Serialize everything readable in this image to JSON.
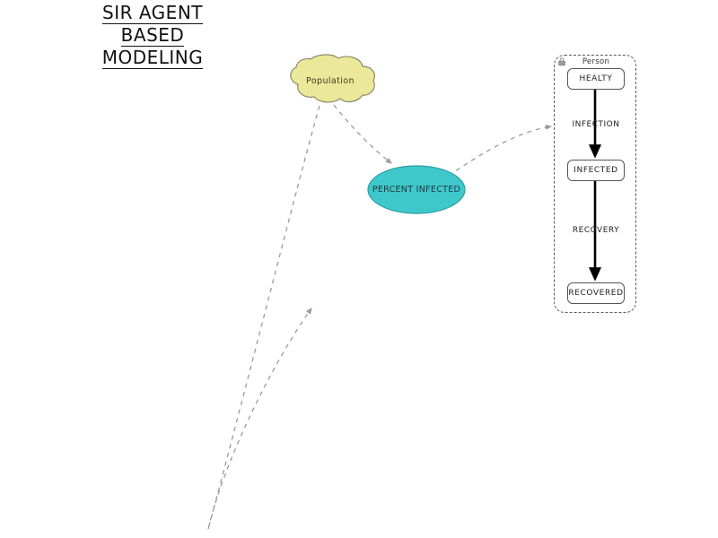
{
  "title": {
    "lines": [
      "SIR AGENT",
      "BASED",
      "MODELING"
    ]
  },
  "nodes": {
    "population": {
      "label": "Population",
      "shape": "cloud",
      "fill": "#ece89a",
      "stroke": "#8a8a6a"
    },
    "percent_infected": {
      "label": "PERCENT INFECTED",
      "shape": "ellipse",
      "fill": "#3fc8cc",
      "stroke": "#2a9fa3"
    }
  },
  "person": {
    "container_label": "Person",
    "corner_icon": "lock-icon",
    "states": [
      {
        "id": "healty",
        "label": "HEALTY"
      },
      {
        "id": "infected",
        "label": "INFECTED"
      },
      {
        "id": "recovered",
        "label": "RECOVERED"
      }
    ],
    "transitions": [
      {
        "id": "infection",
        "label": "INFECTION",
        "from": "healty",
        "to": "infected"
      },
      {
        "id": "recovery",
        "label": "RECOVERY",
        "from": "infected",
        "to": "recovered"
      }
    ]
  },
  "connectors": [
    {
      "id": "population-to-percent",
      "from": "population",
      "to": "percent_infected",
      "style": "dashed"
    },
    {
      "id": "percent-to-person",
      "from": "percent_infected",
      "to": "person",
      "style": "dashed"
    },
    {
      "id": "population-to-offscreen",
      "from": "population",
      "to": "offscreen-bottom",
      "style": "dashed"
    },
    {
      "id": "offscreen-to-canvas",
      "from": "offscreen-bottom",
      "to": "canvas",
      "style": "dashed"
    }
  ],
  "colors": {
    "cloud_fill": "#ece89a",
    "cloud_stroke": "#8a8a6a",
    "ellipse_fill": "#3fc8cc",
    "ellipse_stroke": "#2a9fa3",
    "dashed_connector": "#9a9a9a",
    "container_border": "#5a5a5a",
    "state_border": "#555555",
    "arrow_solid": "#000000",
    "text": "#222222"
  }
}
